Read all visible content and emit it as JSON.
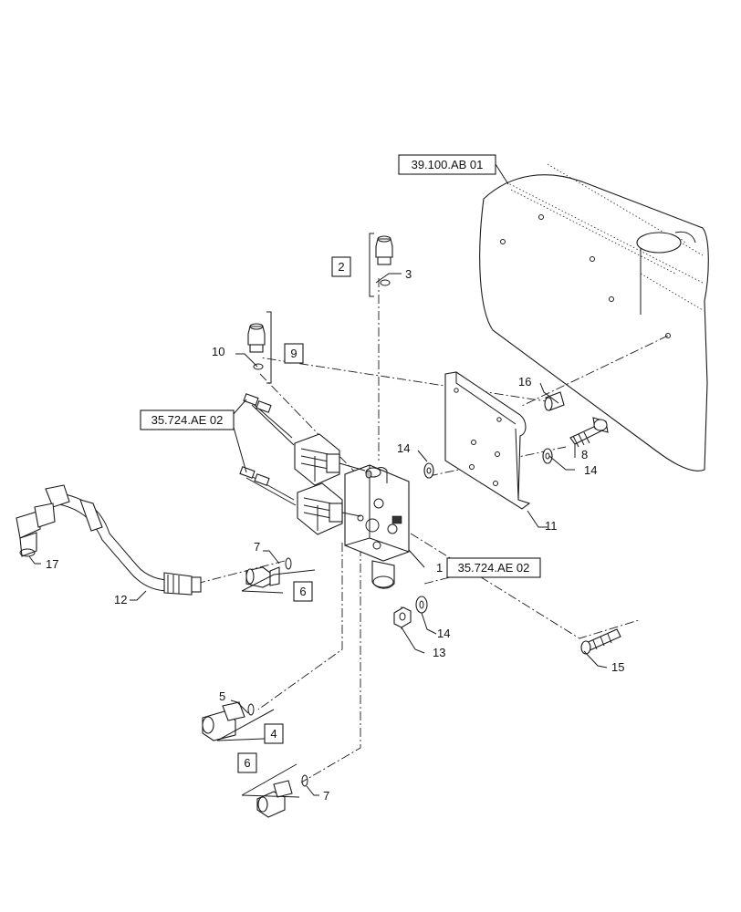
{
  "reference_labels": {
    "r39100": "39.100.AB 01",
    "r35724_top": "35.724.AE 02",
    "r35724_valve": "35.724.AE 02"
  },
  "callouts": {
    "c1": "1",
    "c2": "2",
    "c3": "3",
    "c4": "4",
    "c5": "5",
    "c6a": "6",
    "c6b": "6",
    "c7a": "7",
    "c7b": "7",
    "c8": "8",
    "c9": "9",
    "c10": "10",
    "c11": "11",
    "c12": "12",
    "c13": "13",
    "c14a": "14",
    "c14b": "14",
    "c14c": "14",
    "c15": "15",
    "c16": "16",
    "c17": "17"
  }
}
